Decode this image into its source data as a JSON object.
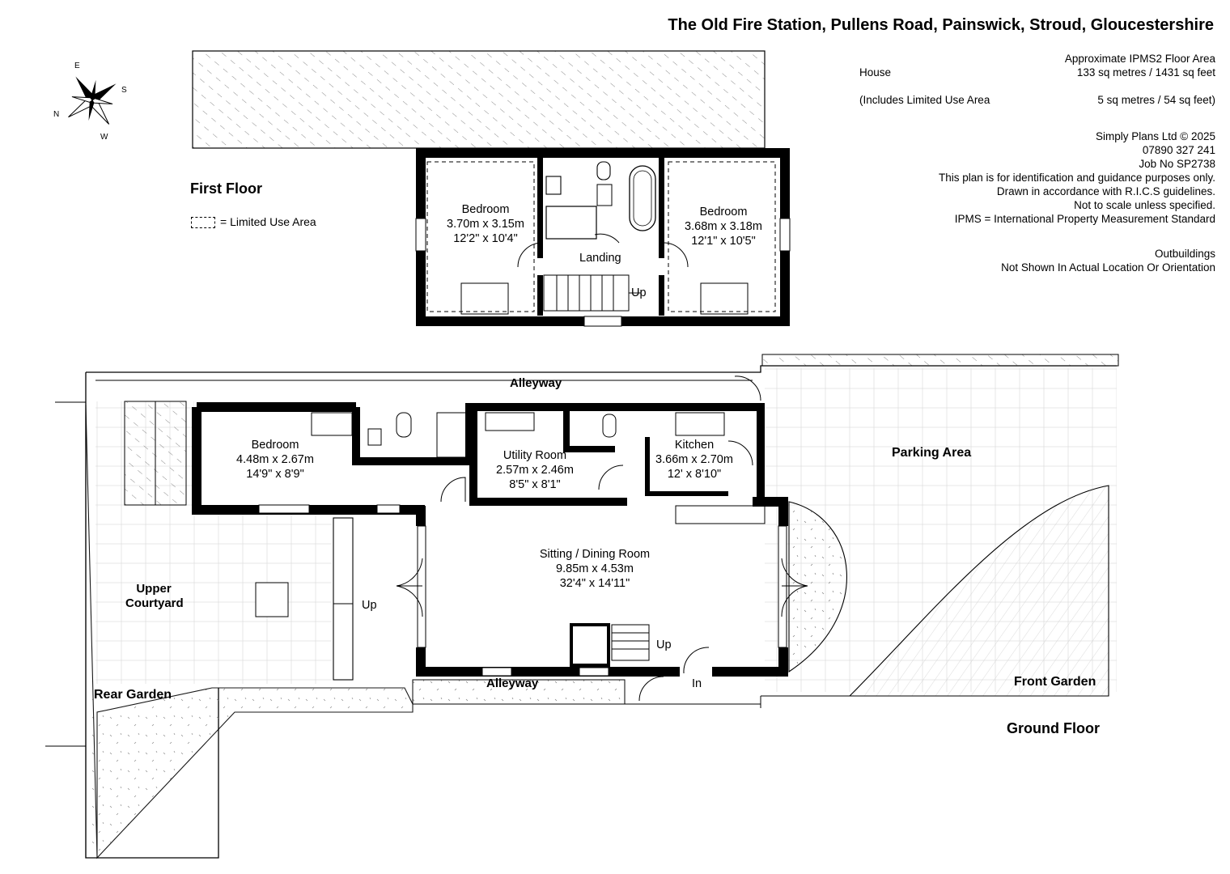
{
  "header": {
    "title": "The Old Fire Station, Pullens Road, Painswick, Stroud, Gloucestershire"
  },
  "area_info": {
    "heading": "Approximate IPMS2 Floor Area",
    "house_label": "House",
    "house_value": "133 sq metres / 1431 sq feet",
    "limited_label": "(Includes Limited Use Area",
    "limited_value": "5 sq metres /   54 sq feet)"
  },
  "company": {
    "copyright": "Simply Plans Ltd © 2025",
    "phone": "07890 327 241",
    "job": "Job No SP2738",
    "note1": "This plan is for identification and guidance purposes only.",
    "note2": "Drawn in accordance with R.I.C.S guidelines.",
    "note3": "Not to scale unless specified.",
    "note4": "IPMS = International Property Measurement Standard"
  },
  "outbuildings": {
    "line1": "Outbuildings",
    "line2": "Not Shown In Actual Location Or Orientation"
  },
  "legend": {
    "limited_use": "= Limited Use Area"
  },
  "compass": {
    "n": "N",
    "e": "E",
    "s": "S",
    "w": "W"
  },
  "first_floor": {
    "label": "First Floor",
    "bedroom_left": {
      "name": "Bedroom",
      "metric": "3.70m x 3.15m",
      "imperial": "12'2\" x 10'4\""
    },
    "bedroom_right": {
      "name": "Bedroom",
      "metric": "3.68m x 3.18m",
      "imperial": "12'1\" x 10'5\""
    },
    "landing": "Landing",
    "stairs": "Up"
  },
  "ground_floor": {
    "label": "Ground Floor",
    "alleyway_top": "Alleyway",
    "alleyway_bottom": "Alleyway",
    "bedroom": {
      "name": "Bedroom",
      "metric": "4.48m x 2.67m",
      "imperial": "14'9\" x 8'9\""
    },
    "utility": {
      "name": "Utility Room",
      "metric": "2.57m x 2.46m",
      "imperial": "8'5\" x 8'1\""
    },
    "kitchen": {
      "name": "Kitchen",
      "metric": "3.66m x 2.70m",
      "imperial": "12' x 8'10\""
    },
    "sitting": {
      "name": "Sitting / Dining Room",
      "metric": "9.85m x 4.53m",
      "imperial": "32'4\" x 14'11\""
    },
    "parking": "Parking Area",
    "upper_courtyard_1": "Upper",
    "upper_courtyard_2": "Courtyard",
    "rear_garden": "Rear Garden",
    "front_garden": "Front Garden",
    "courtyard_up": "Up",
    "stairs_up": "Up",
    "entrance": "In"
  }
}
